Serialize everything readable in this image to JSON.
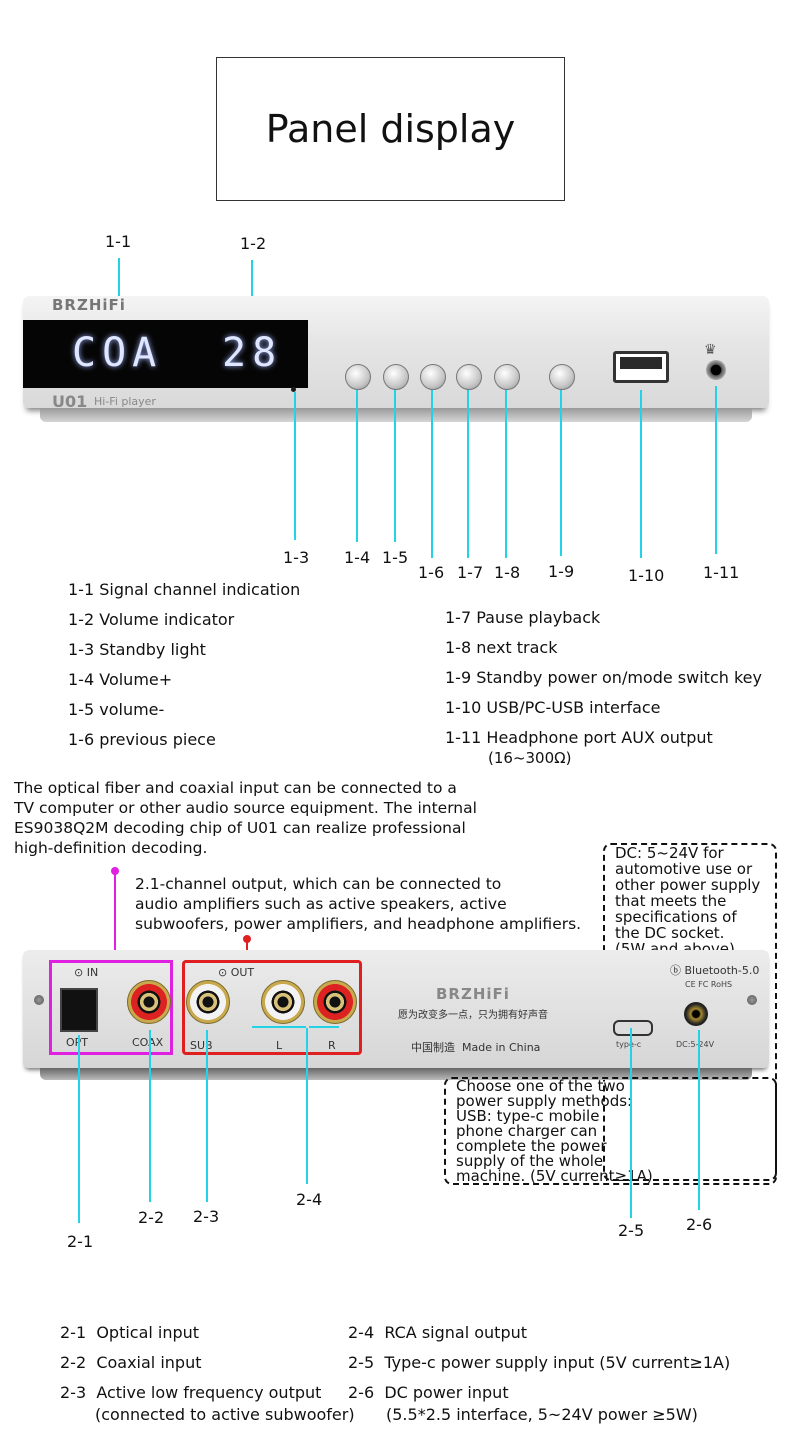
{
  "title": "Panel display",
  "front": {
    "brand": "BRZHiFi",
    "model": "U01",
    "model_sub": "Hi-Fi player",
    "display_left": "COA",
    "display_right": "28",
    "callouts": [
      "1-1",
      "1-2",
      "1-3",
      "1-4",
      "1-5",
      "1-6",
      "1-7",
      "1-8",
      "1-9",
      "1-10",
      "1-11"
    ]
  },
  "front_legend_left": [
    {
      "num": "1-1",
      "text": "Signal channel indication"
    },
    {
      "num": "1-2",
      "text": "Volume indicator"
    },
    {
      "num": "1-3",
      "text": "Standby light"
    },
    {
      "num": "1-4",
      "text": "Volume+"
    },
    {
      "num": "1-5",
      "text": "volume-"
    },
    {
      "num": "1-6",
      "text": "previous piece"
    }
  ],
  "front_legend_right": [
    {
      "num": "1-7",
      "text": "Pause playback"
    },
    {
      "num": "1-8",
      "text": "next track"
    },
    {
      "num": "1-9",
      "text": "Standby power on/mode switch key"
    },
    {
      "num": "1-10",
      "text": "USB/PC-USB interface"
    },
    {
      "num": "1-11",
      "text": "Headphone port AUX output",
      "text2": "(16~300Ω)"
    }
  ],
  "notes": {
    "optical": [
      "The optical fiber and coaxial input can be connected to a",
      "TV computer or other audio source equipment. The internal",
      "ES9038Q2M decoding chip of U01 can realize professional",
      "high-definition decoding."
    ],
    "channel": [
      "2.1-channel output, which can be connected to",
      "audio amplifiers such as active speakers, active",
      "subwoofers, power amplifiers, and headphone amplifiers."
    ],
    "dc": [
      "DC: 5~24V for",
      "automotive use or",
      "other power supply",
      "that meets the",
      "specifications of",
      "the DC socket.",
      "(5W and above)"
    ],
    "power": [
      "Choose one of the two",
      "power supply methods:",
      "USB: type-c mobile",
      "phone charger can",
      "complete the power",
      "supply of the whole",
      "machine. (5V current≥1A)"
    ]
  },
  "rear": {
    "in_label": "IN",
    "out_label": "OUT",
    "opt": "OPT",
    "coax": "COAX",
    "sub": "SUB",
    "l": "L",
    "r": "R",
    "brand": "BRZHiFi",
    "slogan": "愿为改变多一点，只为拥有好声音",
    "made_cn": "中国制造",
    "made_en": "Made in China",
    "bluetooth": "Bluetooth-5.0",
    "cert": "CE FC RoHS",
    "typec": "type-c",
    "dc": "DC:5-24V",
    "callouts": [
      "2-1",
      "2-2",
      "2-3",
      "2-4",
      "2-5",
      "2-6"
    ]
  },
  "rear_legend_left": [
    {
      "num": "2-1",
      "text": "Optical input"
    },
    {
      "num": "2-2",
      "text": "Coaxial input"
    },
    {
      "num": "2-3",
      "text": "Active low frequency output",
      "text2": "(connected to active subwoofer)"
    }
  ],
  "rear_legend_right": [
    {
      "num": "2-4",
      "text": "RCA signal output"
    },
    {
      "num": "2-5",
      "text": "Type-c power supply input (5V current≥1A)"
    },
    {
      "num": "2-6",
      "text": "DC power input",
      "text2": "(5.5*2.5 interface, 5~24V power ≥5W)"
    }
  ]
}
